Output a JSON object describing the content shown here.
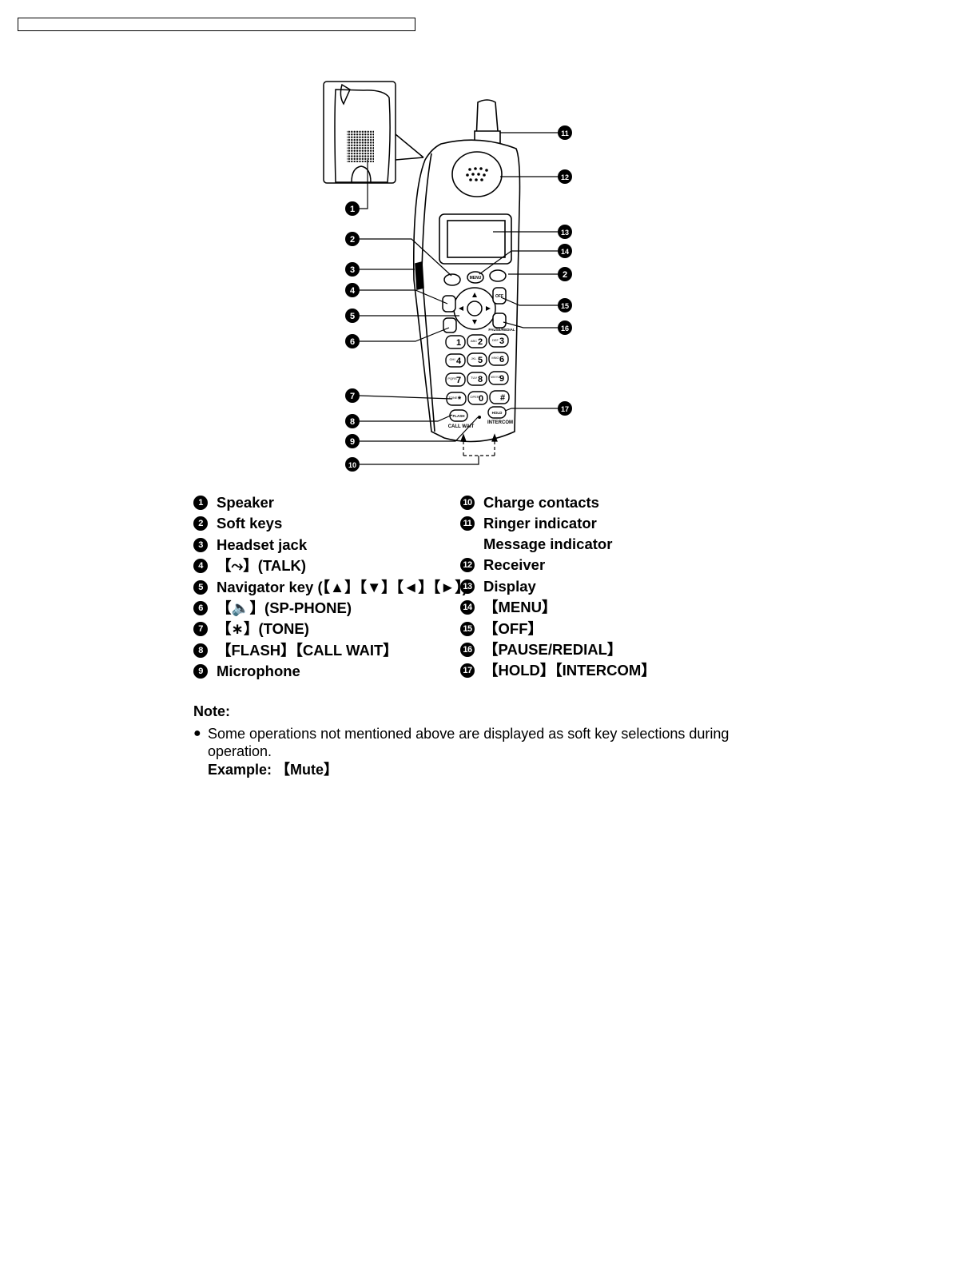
{
  "callout_numbers": [
    "1",
    "2",
    "3",
    "4",
    "5",
    "6",
    "7",
    "8",
    "9",
    "10",
    "11",
    "12",
    "13",
    "14",
    "15",
    "2",
    "16",
    "17"
  ],
  "legend_left": [
    {
      "num": "1",
      "label": "Speaker"
    },
    {
      "num": "2",
      "label": "Soft keys"
    },
    {
      "num": "3",
      "label": "Headset jack"
    },
    {
      "num": "4",
      "label": "【⤳】(TALK)"
    },
    {
      "num": "5",
      "label": "Navigator key (【▲】【▼】【◄】【►】)"
    },
    {
      "num": "6",
      "label": "【🔈】(SP-PHONE)"
    },
    {
      "num": "7",
      "label": "【∗】(TONE)"
    },
    {
      "num": "8",
      "label": "【FLASH】【CALL WAIT】"
    },
    {
      "num": "9",
      "label": "Microphone"
    }
  ],
  "legend_right": [
    {
      "num": "10",
      "label": "Charge contacts"
    },
    {
      "num": "11",
      "label": "Ringer indicator",
      "sub": "Message indicator"
    },
    {
      "num": "12",
      "label": "Receiver"
    },
    {
      "num": "13",
      "label": "Display"
    },
    {
      "num": "14",
      "label": "【MENU】"
    },
    {
      "num": "15",
      "label": "【OFF】"
    },
    {
      "num": "16",
      "label": "【PAUSE/REDIAL】"
    },
    {
      "num": "17",
      "label": "【HOLD】【INTERCOM】"
    }
  ],
  "handset_key_labels": {
    "menu": "MENU",
    "off": "OFF",
    "pause_redial": "PAUSE/REDIAL",
    "flash": "FLASH",
    "call_wait": "CALL WAIT",
    "hold": "HOLD",
    "intercom": "INTERCOM",
    "keys": [
      "1",
      "2",
      "3",
      "4",
      "5",
      "6",
      "7",
      "8",
      "9",
      "*",
      "0",
      "#"
    ],
    "key_letters": [
      "",
      "ABC",
      "DEF",
      "GHI",
      "JKL",
      "MNO",
      "PQRS",
      "TUV",
      "WXYZ",
      "TONE",
      "OPER",
      ""
    ]
  },
  "note": {
    "title": "Note:",
    "bullet": "●",
    "text": "Some operations not mentioned above are displayed as soft key selections during operation.",
    "example": "Example: 【Mute】"
  }
}
